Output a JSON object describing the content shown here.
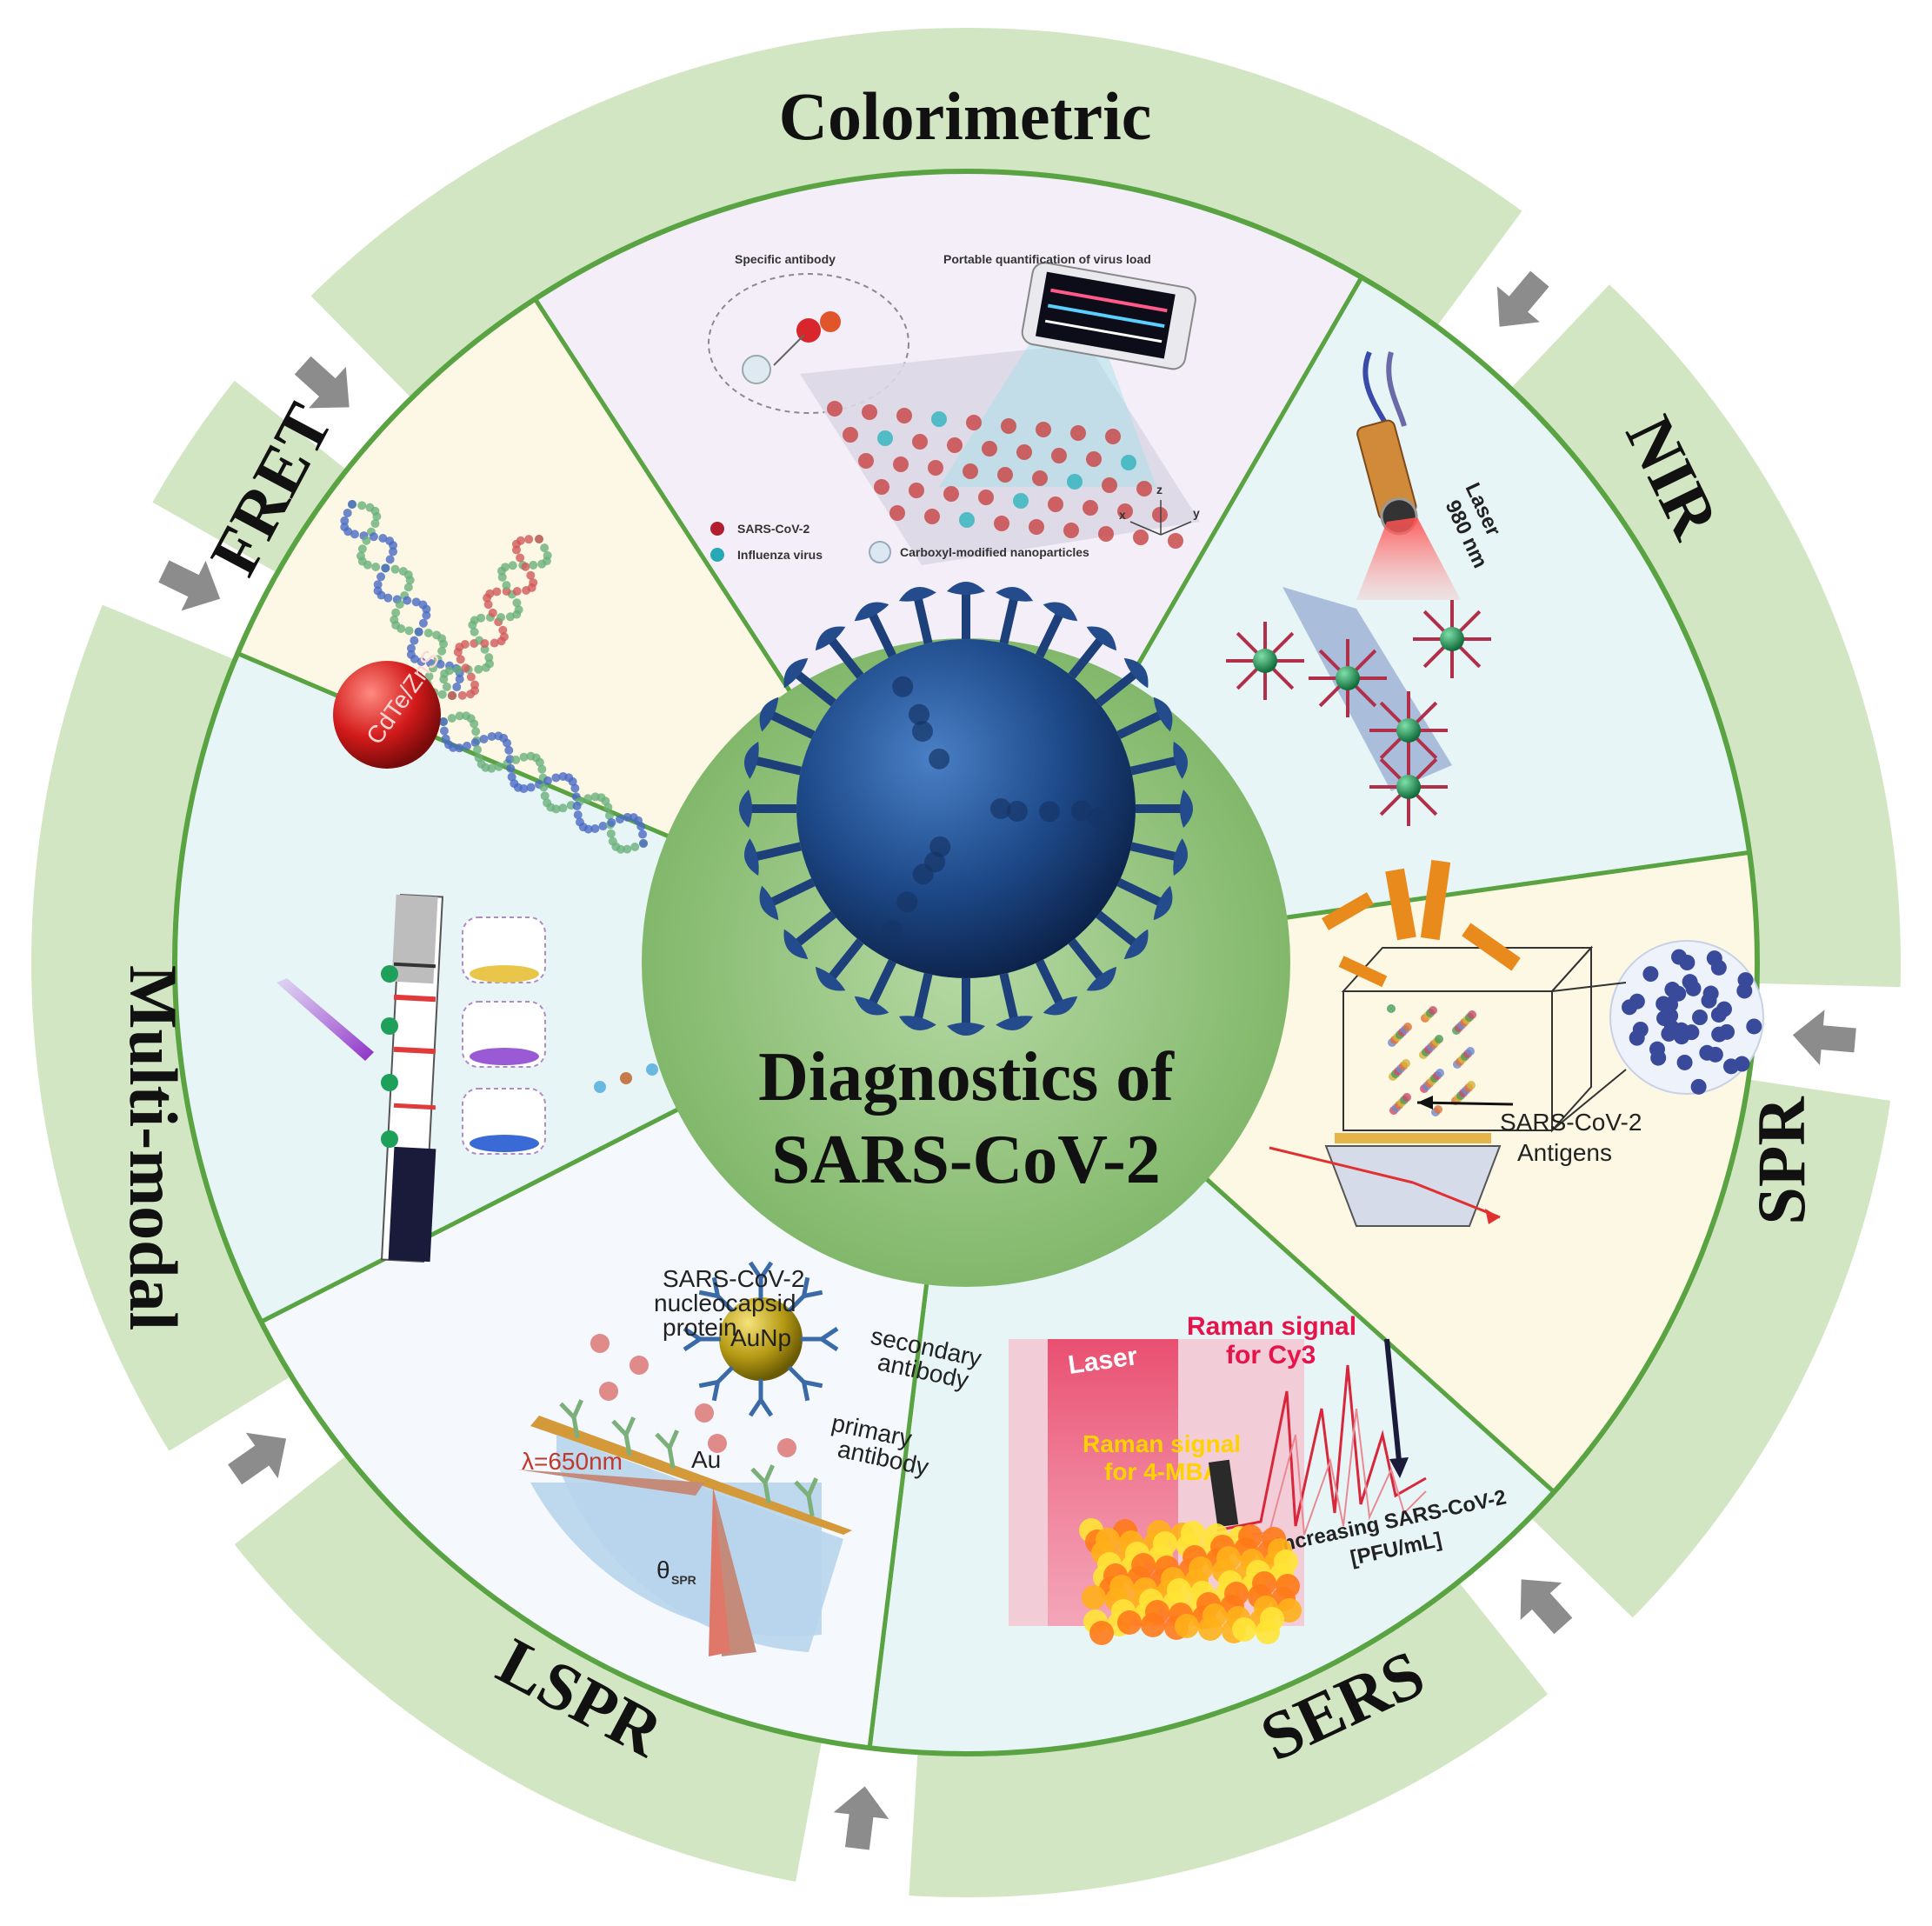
{
  "center": {
    "title_line1": "Diagnostics of",
    "title_line2": "SARS-CoV-2",
    "icon": "virus-icon"
  },
  "methods": [
    {
      "id": "colorimetric",
      "label": "Colorimetric"
    },
    {
      "id": "nir",
      "label": "NIR"
    },
    {
      "id": "spr",
      "label": "SPR"
    },
    {
      "id": "sers",
      "label": "SERS"
    },
    {
      "id": "lspr",
      "label": "LSPR"
    },
    {
      "id": "multimodal",
      "label": "Multi-modal"
    },
    {
      "id": "fret",
      "label": "FRET"
    }
  ],
  "panels": {
    "colorimetric": {
      "specific_antibody": "Specific antibody",
      "portable": "Portable quantification of virus load",
      "legend_sars": "SARS-CoV-2",
      "legend_influenza": "Influenza virus",
      "legend_carboxyl": "Carboxyl-modified nanoparticles",
      "axis_x": "x",
      "axis_y": "y",
      "axis_z": "z"
    },
    "nir": {
      "laser": "Laser",
      "wavelength": "980 nm"
    },
    "spr": {
      "antigens_line1": "SARS-CoV-2",
      "antigens_line2": "Antigens"
    },
    "sers": {
      "laser": "Laser",
      "raman_cy3_line1": "Raman signal",
      "raman_cy3_line2": "for Cy3",
      "raman_4mba_line1": "Raman signal",
      "raman_4mba_line2": "for 4-MBA",
      "increasing_line1": "Increasing SARS-CoV-2",
      "increasing_line2": "[PFU/mL]"
    },
    "lspr": {
      "nucleocapsid_line1": "SARS-CoV-2",
      "nucleocapsid_line2": "nucleocapsid",
      "nucleocapsid_line3": "protein",
      "aunp": "AuNp",
      "secondary_line1": "secondary",
      "secondary_line2": "antibody",
      "primary_line1": "primary",
      "primary_line2": "antibody",
      "wavelength": "λ=650nm",
      "gold": "Au",
      "theta": "θ",
      "theta_sub": "SPR"
    },
    "fret": {
      "quantum_dot": "CdTe/ZnS"
    }
  },
  "colors": {
    "ring": "#d3e6c3",
    "sector_line": "#5aa342",
    "center": "#8fc27a",
    "arrow": "#8c8c8c",
    "panel_colorimetric": "#f3eef8",
    "panel_nir": "#e8f5f7",
    "panel_spr": "#fdf8e4",
    "panel_sers": "#e8f5f7",
    "panel_lspr": "#f5f8fc",
    "panel_multimodal": "#e8f5f7",
    "panel_fret": "#fdf8e6"
  }
}
